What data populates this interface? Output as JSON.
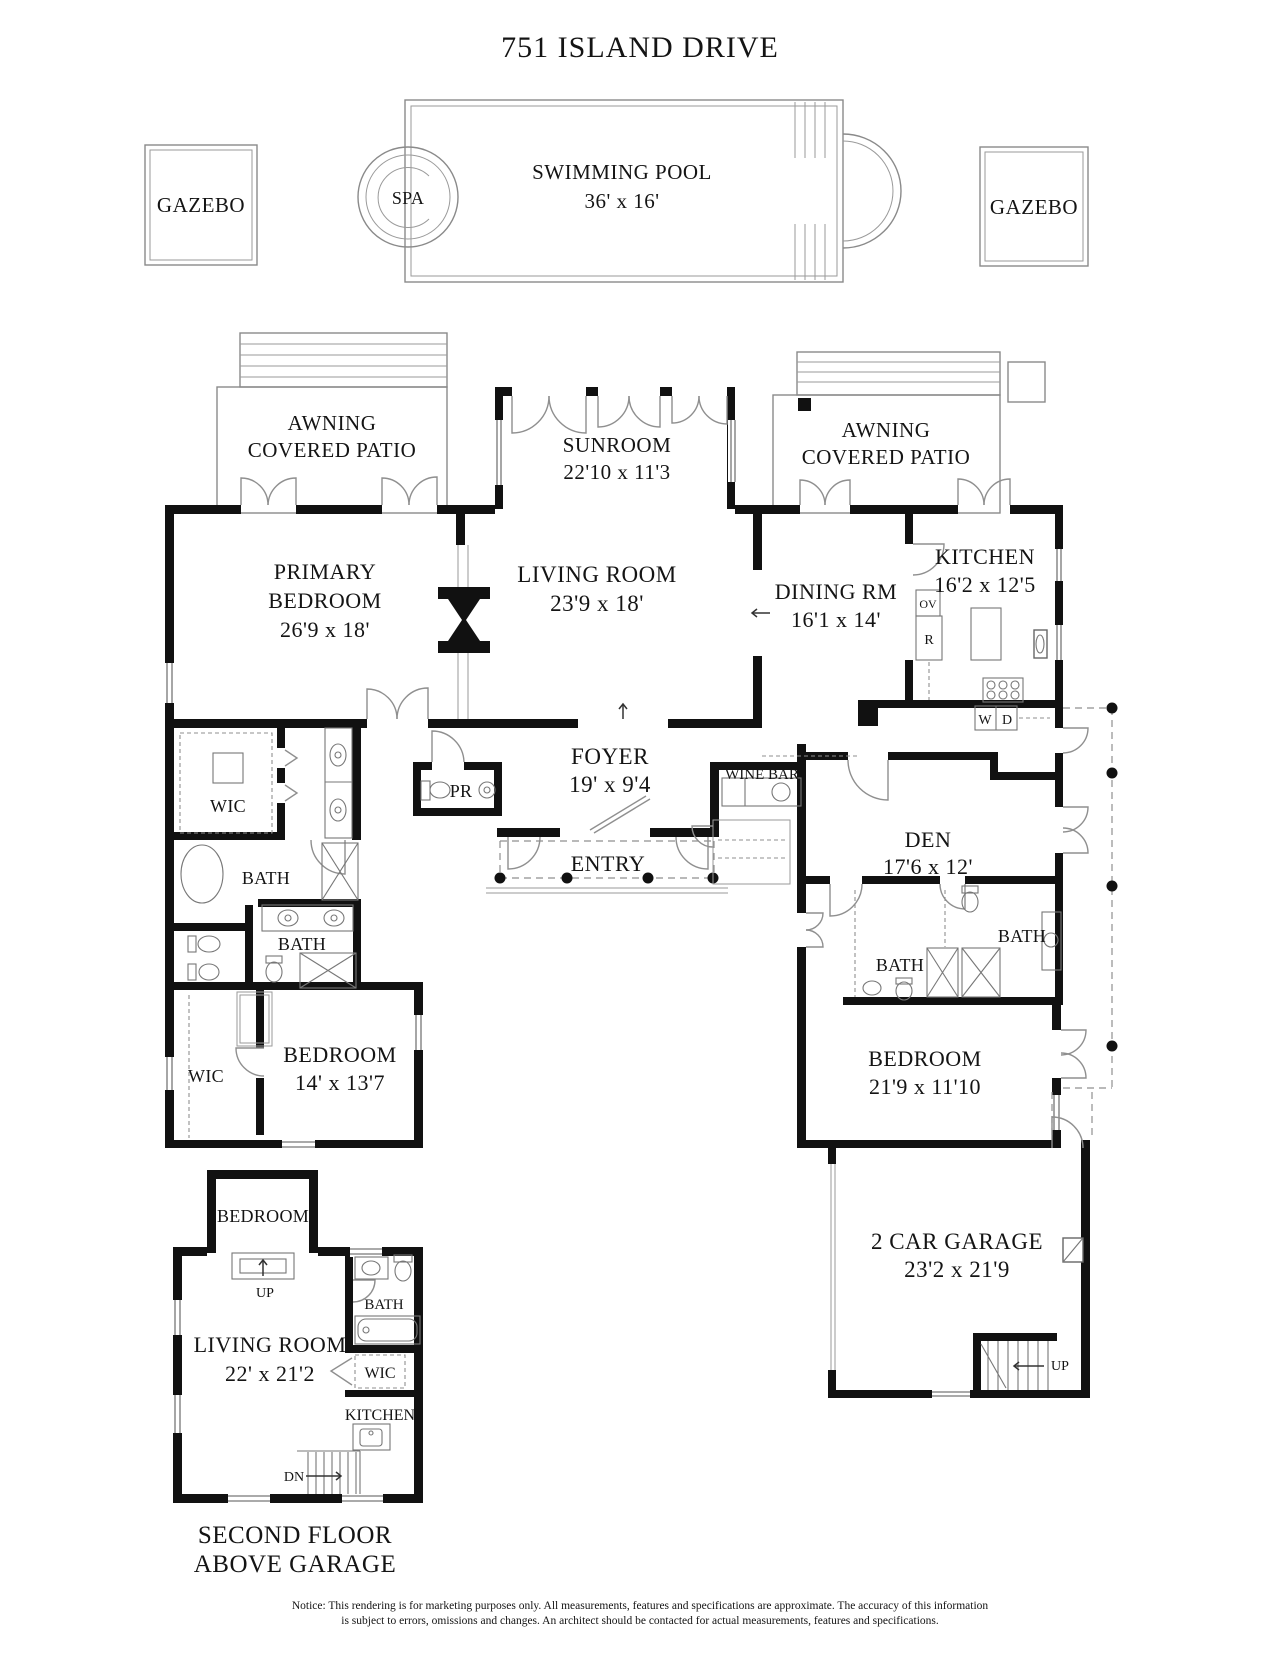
{
  "title": "751 ISLAND DRIVE",
  "outdoor": {
    "gazebo_left": "GAZEBO",
    "gazebo_right": "GAZEBO",
    "spa": "SPA",
    "pool_name": "SWIMMING POOL",
    "pool_dims": "36' x 16'",
    "awning_left_l1": "AWNING",
    "awning_left_l2": "COVERED PATIO",
    "awning_right_l1": "AWNING",
    "awning_right_l2": "COVERED PATIO"
  },
  "rooms": {
    "sunroom": {
      "name": "SUNROOM",
      "dims": "22'10 x 11'3"
    },
    "primary": {
      "l1": "PRIMARY",
      "l2": "BEDROOM",
      "dims": "26'9 x 18'"
    },
    "living": {
      "name": "LIVING ROOM",
      "dims": "23'9 x 18'"
    },
    "dining": {
      "name": "DINING RM",
      "dims": "16'1 x 14'"
    },
    "kitchen": {
      "name": "KITCHEN",
      "dims": "16'2 x 12'5"
    },
    "foyer": {
      "name": "FOYER",
      "dims": "19' x 9'4"
    },
    "entry": "ENTRY",
    "powder": "PR",
    "wine_bar": "WINE BAR",
    "den": {
      "name": "DEN",
      "dims": "17'6 x 12'"
    },
    "wic_primary": "WIC",
    "bath_primary": "BATH",
    "bath_hall": "BATH",
    "wic_hall": "WIC",
    "bedroom2": {
      "name": "BEDROOM",
      "dims": "14' x 13'7"
    },
    "bath3": "BATH",
    "bath4": "BATH",
    "bedroom3": {
      "name": "BEDROOM",
      "dims": "21'9 x 11'10"
    },
    "garage": {
      "name": "2 CAR GARAGE",
      "dims": "23'2 x 21'9"
    }
  },
  "appliances": {
    "oven": "OV",
    "range": "R",
    "washer": "W",
    "dryer": "D"
  },
  "stairs": {
    "garage_up": "UP",
    "unit_up": "UP",
    "unit_dn": "DN"
  },
  "second_floor": {
    "bedroom": "BEDROOM",
    "living": {
      "name": "LIVING ROOM",
      "dims": "22' x 21'2"
    },
    "bath": "BATH",
    "wic": "WIC",
    "kitchen": "KITCHEN",
    "caption_l1": "SECOND FLOOR",
    "caption_l2": "ABOVE GARAGE"
  },
  "notice": {
    "l1": "Notice: This rendering is for marketing purposes only. All measurements, features and specifications are approximate. The accuracy of this information",
    "l2": "is subject to errors, omissions and changes. An architect should be contacted for actual measurements, features and specifications."
  }
}
